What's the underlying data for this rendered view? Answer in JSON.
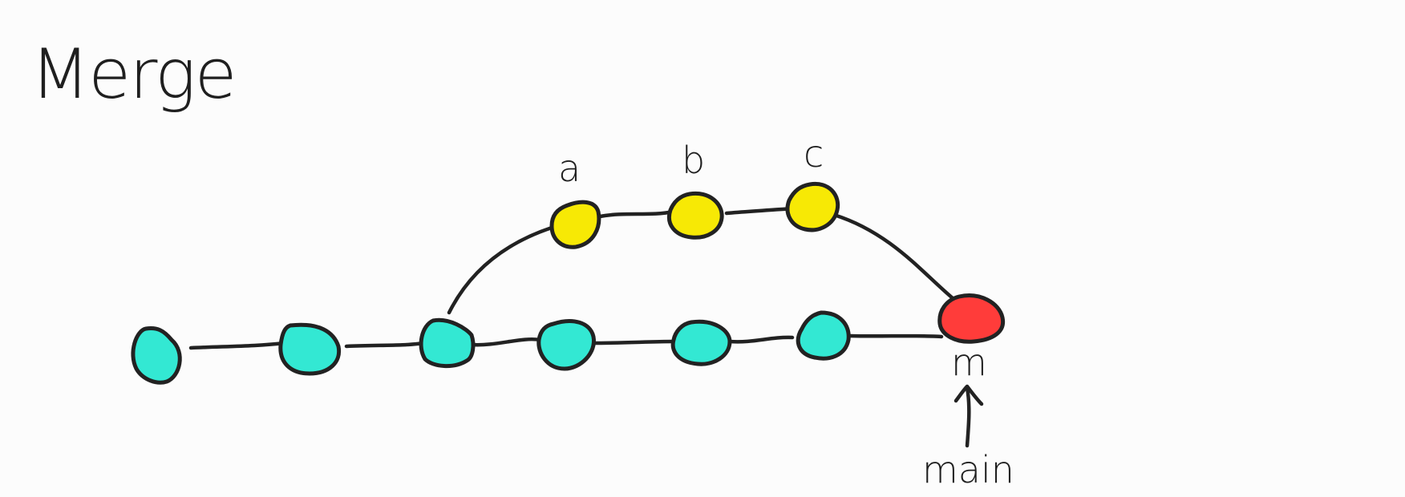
{
  "title": "Merge",
  "colors": {
    "main_commit": "#33e8d3",
    "branch_commit": "#f7e905",
    "merge_commit": "#ff3c3a",
    "ink": "#222222"
  },
  "branch_commits": [
    {
      "label": "a"
    },
    {
      "label": "b"
    },
    {
      "label": "c"
    }
  ],
  "merge_commit": {
    "label": "m"
  },
  "pointer": {
    "label": "main",
    "icon": "arrow-up-icon"
  }
}
